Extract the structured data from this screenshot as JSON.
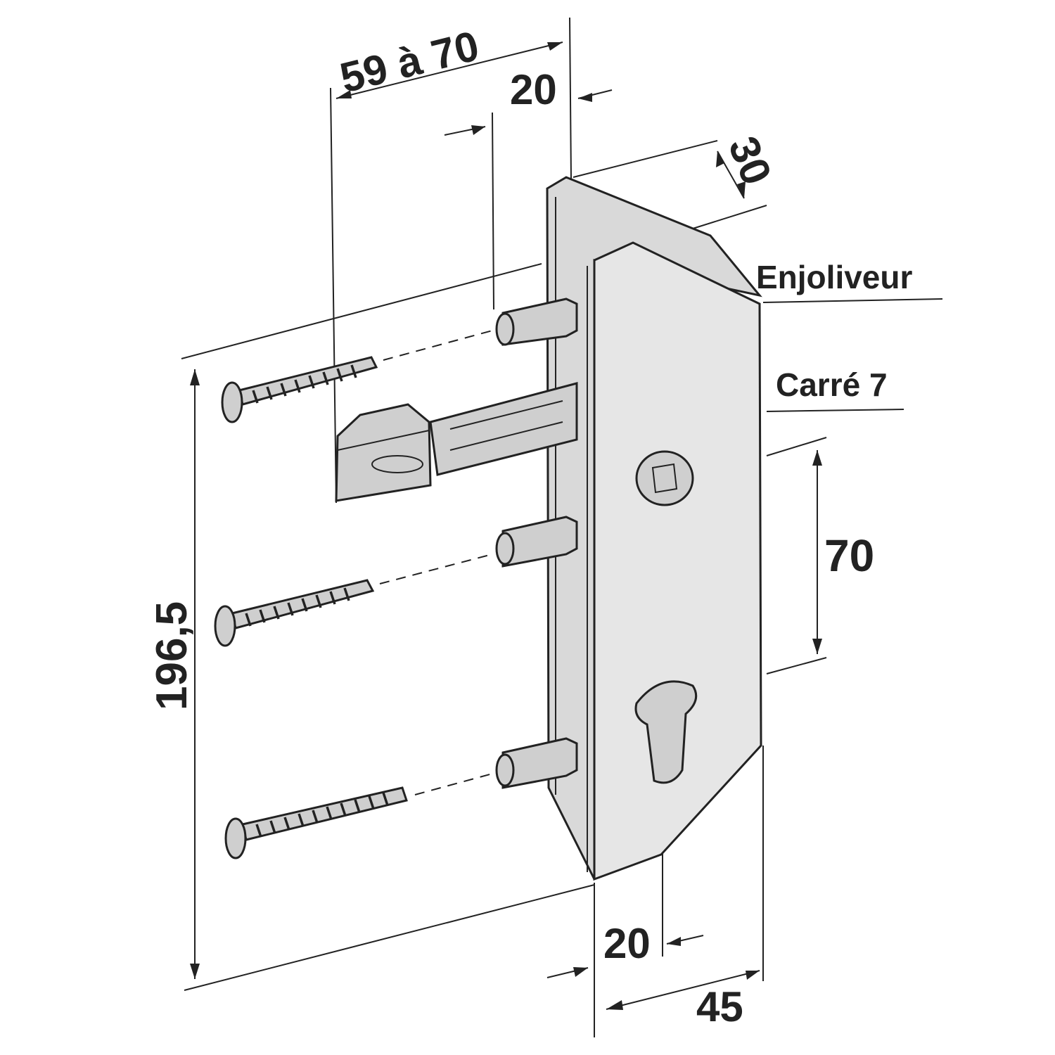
{
  "dimensions": {
    "length_range": "59 à 70",
    "top_offset": "20",
    "depth": "30",
    "height_total": "196,5",
    "spacing": "70",
    "bottom_offset": "20",
    "width": "45"
  },
  "labels": {
    "trim": "Enjoliveur",
    "square": "Carré 7"
  },
  "colors": {
    "ink": "#222222",
    "fill": "#d9d9d9"
  }
}
